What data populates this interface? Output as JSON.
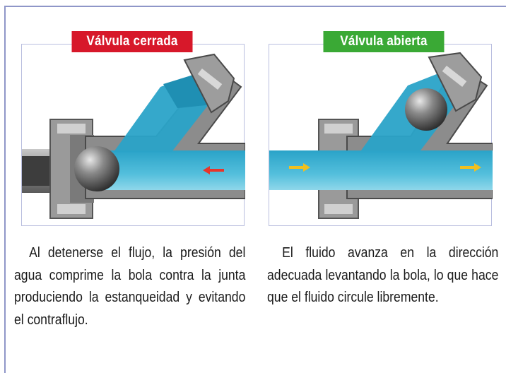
{
  "panels": [
    {
      "label": "Válvula cerrada",
      "label_color": "#d7182a",
      "caption": "Al detenerse el flujo, la presión del agua comprime la bola contra la junta produciendo la estanqueidad y evitando el contraflujo.",
      "arrow_color": "#e8352b",
      "arrow_icon": "arrow-left"
    },
    {
      "label": "Válvula abierta",
      "label_color": "#3aa935",
      "caption": "El fluido avanza en la dirección adecuada levantando la bola, lo que hace que el fluido circule libremente.",
      "arrow_color": "#f0c020",
      "arrow_icon": "arrow-right"
    }
  ]
}
